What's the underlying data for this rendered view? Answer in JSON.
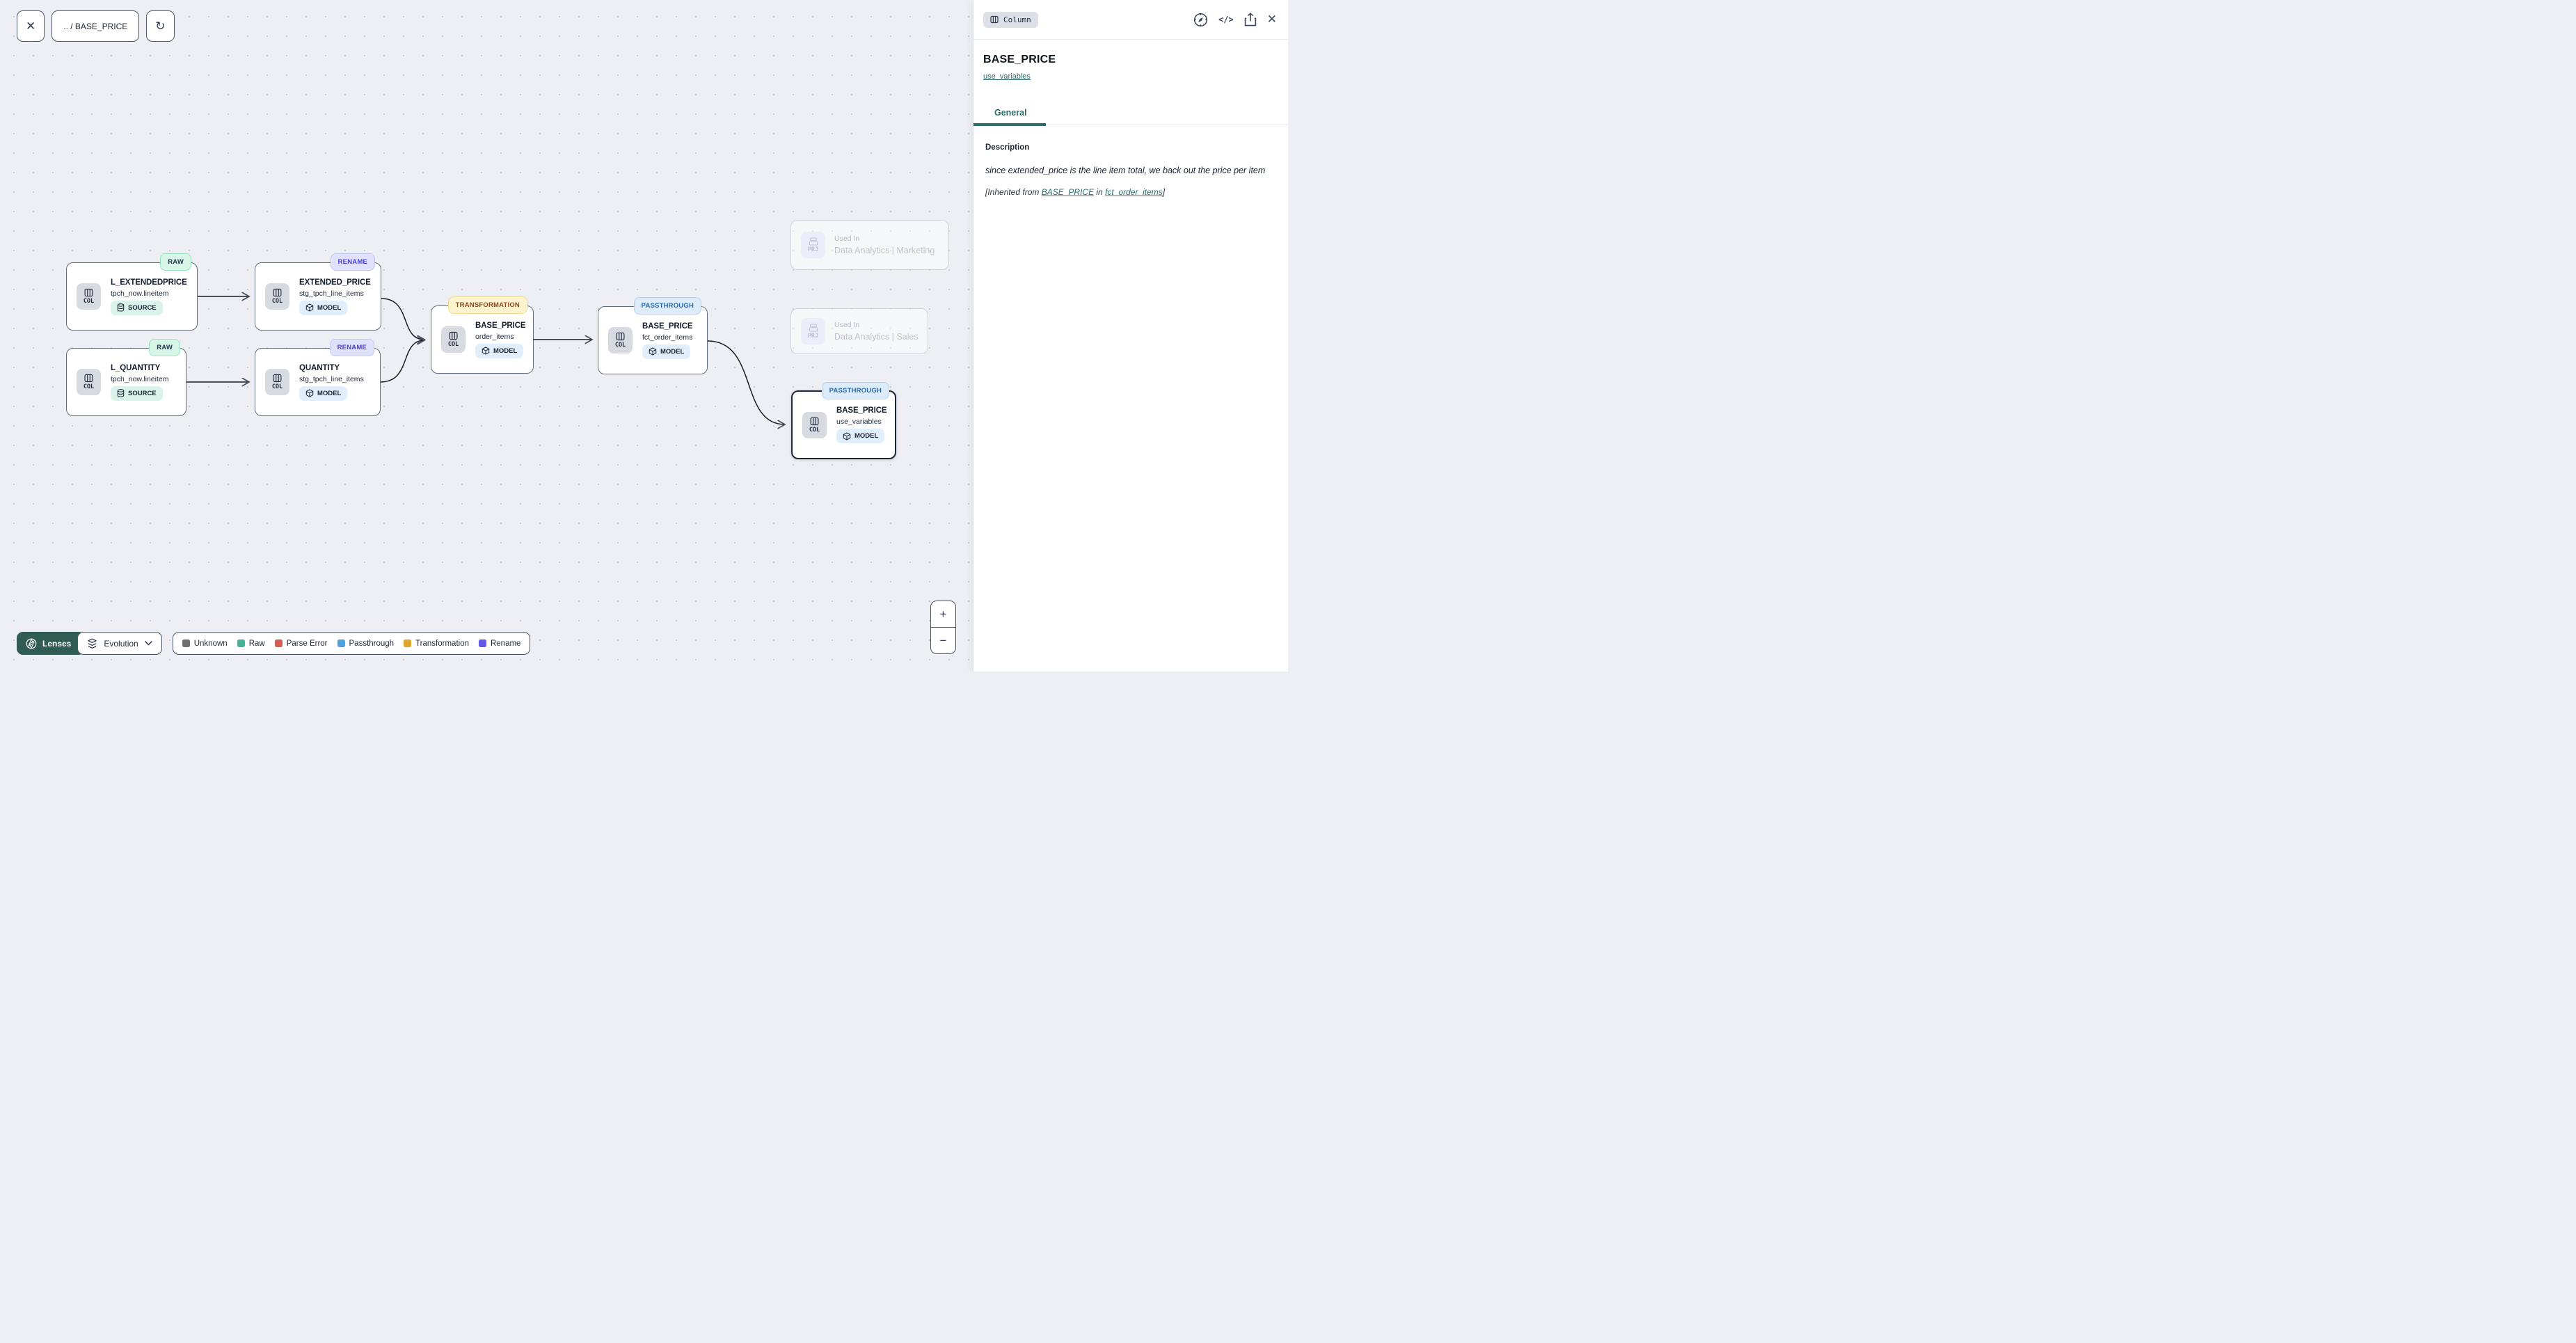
{
  "toolbar": {
    "close_glyph": "✕",
    "breadcrumb": ".. / BASE_PRICE",
    "refresh_glyph": "↻"
  },
  "panel": {
    "type_badge": "Column",
    "code_glyph": "</>",
    "close_glyph": "✕",
    "title": "BASE_PRICE",
    "model_link": "use_variables",
    "tab": "General",
    "description_label": "Description",
    "description_text": "since extended_price is the line item total, we back out the price per item",
    "inherited": {
      "prefix": "[Inherited from ",
      "link1": "BASE_PRICE",
      "middle": " in ",
      "link2": "fct_order_items",
      "suffix": "]"
    }
  },
  "nodes": [
    {
      "tag": "RAW",
      "title": "L_EXTENDEDPRICE",
      "subtitle": "tpch_now.lineitem",
      "badge": "SOURCE",
      "type_label": "COL"
    },
    {
      "tag": "RENAME",
      "title": "EXTENDED_PRICE",
      "subtitle": "stg_tpch_line_items",
      "badge": "MODEL",
      "type_label": "COL"
    },
    {
      "tag": "RAW",
      "title": "L_QUANTITY",
      "subtitle": "tpch_now.lineitem",
      "badge": "SOURCE",
      "type_label": "COL"
    },
    {
      "tag": "RENAME",
      "title": "QUANTITY",
      "subtitle": "stg_tpch_line_items",
      "badge": "MODEL",
      "type_label": "COL"
    },
    {
      "tag": "TRANSFORMATION",
      "title": "BASE_PRICE",
      "subtitle": "order_items",
      "badge": "MODEL",
      "type_label": "COL"
    },
    {
      "tag": "PASSTHROUGH",
      "title": "BASE_PRICE",
      "subtitle": "fct_order_items",
      "badge": "MODEL",
      "type_label": "COL"
    },
    {
      "tag": "PASSTHROUGH",
      "title": "BASE_PRICE",
      "subtitle": "use_variables",
      "badge": "MODEL",
      "type_label": "COL"
    }
  ],
  "ghosts": [
    {
      "used_in": "Used In",
      "name": "Data Analytics | Marketing",
      "type_label": "PRJ"
    },
    {
      "used_in": "Used In",
      "name": "Data Analytics | Sales",
      "type_label": "PRJ"
    }
  ],
  "footer": {
    "lenses": "Lenses",
    "lens_selected": "Evolution",
    "legend": [
      {
        "label": "Unknown",
        "color": "#707070"
      },
      {
        "label": "Raw",
        "color": "#48b295"
      },
      {
        "label": "Parse Error",
        "color": "#d85c52"
      },
      {
        "label": "Passthrough",
        "color": "#4ba4e0"
      },
      {
        "label": "Transformation",
        "color": "#e2a42f"
      },
      {
        "label": "Rename",
        "color": "#6557e9"
      }
    ]
  },
  "zoom_controls": {
    "zoom_in": "+",
    "zoom_out": "−"
  },
  "colors": {
    "accent_teal": "#2c6d6f",
    "canvas_bg": "#edeff4"
  }
}
